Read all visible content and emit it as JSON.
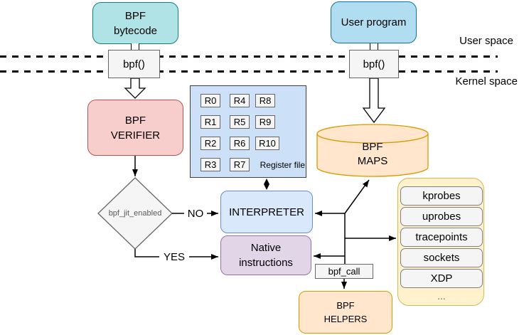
{
  "palette": {
    "teal_fill": "#b0e3e6",
    "teal_stroke": "#0e8088",
    "blue_fill": "#b1ddf0",
    "blue_stroke": "#10739e",
    "red_fill": "#f8cecc",
    "red_stroke": "#b85450",
    "interpreter_fill": "#dae8fc",
    "interpreter_stroke": "#6c8ebf",
    "purple_fill": "#e1d5e7",
    "purple_stroke": "#9673a6",
    "orange_fill": "#ffe6cc",
    "orange_stroke": "#d79b00",
    "yellow_fill": "#fff2cc",
    "yellow_stroke": "#d6b656",
    "gray_fill": "#f5f5f5",
    "gray_stroke": "#666666",
    "registerbox_fill": "#cce0f7",
    "registerbox_stroke": "#404040",
    "line_color": "#000000"
  },
  "boundary": {
    "user_space_label": "User space",
    "kernel_space_label": "Kernel space"
  },
  "nodes": {
    "bpf_bytecode": "BPF\nbytecode",
    "user_program": "User program",
    "bpf_syscall": "bpf()",
    "bpf_verifier": "BPF\nVERIFIER",
    "interpreter": "INTERPRETER",
    "native_instructions": "Native\ninstructions",
    "bpf_maps": "BPF\nMAPS",
    "bpf_call": "bpf_call",
    "bpf_helpers": "BPF\nHELPERS"
  },
  "decision": {
    "label": "bpf_jit_enabled",
    "no": "NO",
    "yes": "YES"
  },
  "register_file": {
    "caption": "Register file",
    "registers": [
      "R0",
      "R1",
      "R2",
      "R3",
      "R4",
      "R5",
      "R6",
      "R7",
      "R8",
      "R9",
      "R10"
    ]
  },
  "hooks": {
    "items": [
      "kprobes",
      "uprobes",
      "tracepoints",
      "sockets",
      "XDP"
    ],
    "more": "..."
  }
}
